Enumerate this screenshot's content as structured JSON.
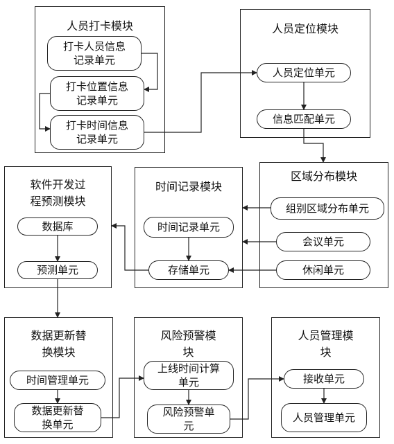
{
  "modules": {
    "clock_in": {
      "title": "人员打卡模块",
      "units": {
        "person_info": "打卡人员信息\n记录单元",
        "location_info": "打卡位置信息\n记录单元",
        "time_info": "打卡时间信息\n记录单元"
      }
    },
    "positioning": {
      "title": "人员定位模块",
      "units": {
        "positioning": "人员定位单元",
        "matching": "信息匹配单元"
      }
    },
    "area": {
      "title": "区域分布模块",
      "units": {
        "group_area": "组别区域分布单元",
        "meeting": "会议单元",
        "leisure": "休闲单元"
      }
    },
    "time_record": {
      "title": "时间记录模块",
      "units": {
        "time_record": "时间记录单元",
        "storage": "存储单元"
      }
    },
    "software": {
      "title": "软件开发过\n程预测模块",
      "units": {
        "database": "数据库",
        "prediction": "预测单元"
      }
    },
    "data_update": {
      "title": "数据更新替\n换模块",
      "units": {
        "time_mgmt": "时间管理单元",
        "update": "数据更新替\n换单元"
      }
    },
    "risk": {
      "title": "风险预警模\n块",
      "units": {
        "online_time": "上线时间计算\n单元",
        "warning": "风险预警单\n元"
      }
    },
    "personnel": {
      "title": "人员管理模\n块",
      "units": {
        "receive": "接收单元",
        "manage": "人员管理单元"
      }
    }
  }
}
